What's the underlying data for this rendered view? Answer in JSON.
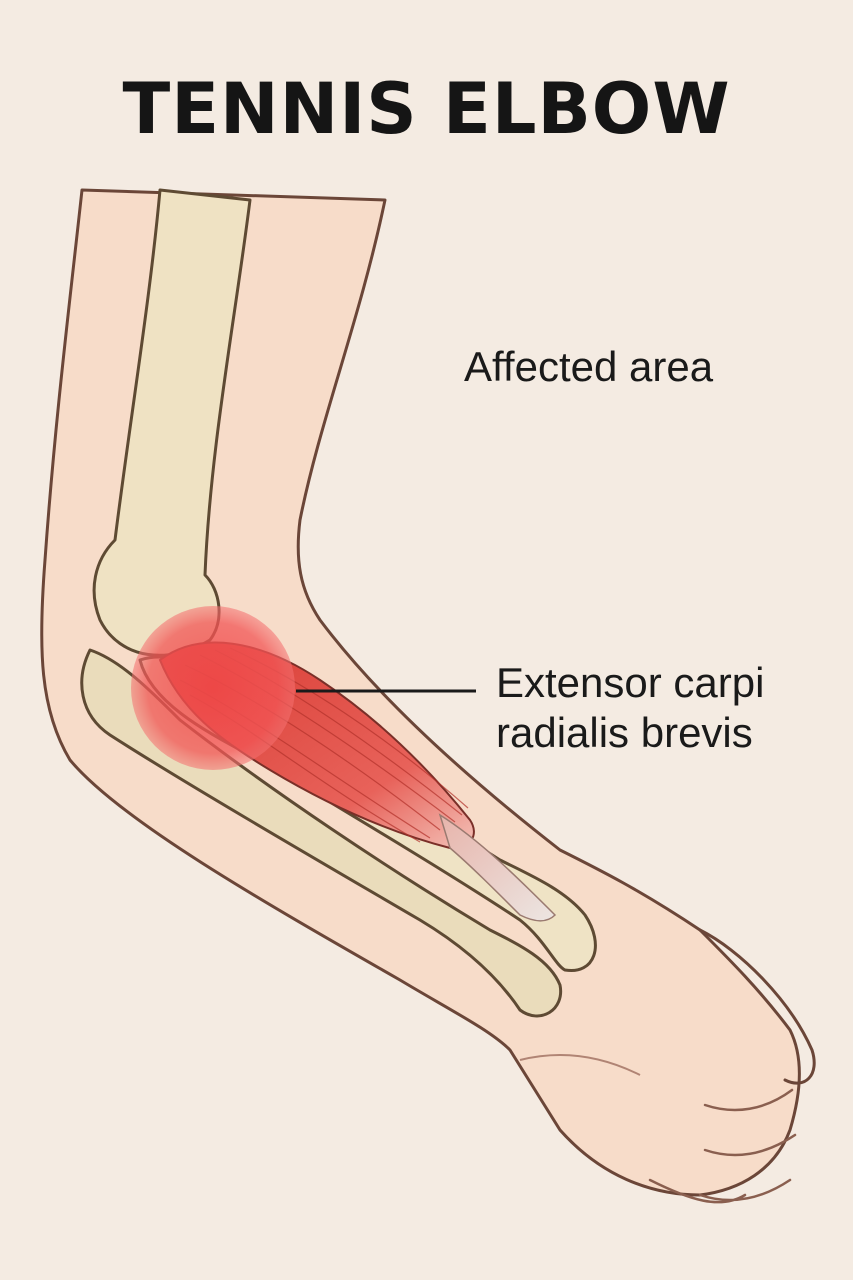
{
  "title": "TENNIS ELBOW",
  "labels": {
    "affected_area": "Affected area",
    "muscle_line1": "Extensor carpi",
    "muscle_line2": "radialis brevis"
  },
  "colors": {
    "background": "#f4ebe2",
    "skin": "#f6d9c6",
    "bone": "#ede0c0",
    "muscle": "#e04a42",
    "highlight": "#f05050"
  }
}
